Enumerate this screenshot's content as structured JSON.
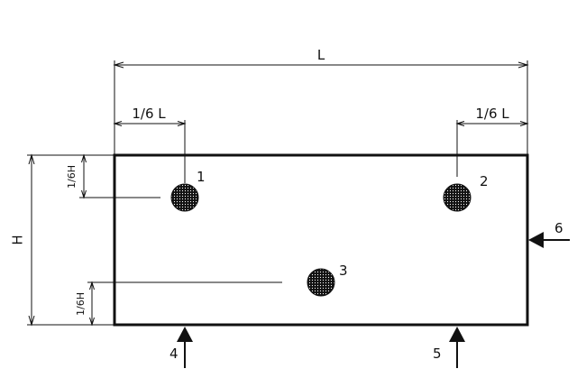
{
  "dimensions": {
    "overall_length": "L",
    "left_offset": "1/6 L",
    "right_offset": "1/6 L",
    "height": "H",
    "top_offset": "1/6H",
    "bottom_offset": "1/6H"
  },
  "points": {
    "p1": "1",
    "p2": "2",
    "p3": "3"
  },
  "arrows": {
    "a4": "4",
    "a5": "5",
    "a6": "6"
  }
}
